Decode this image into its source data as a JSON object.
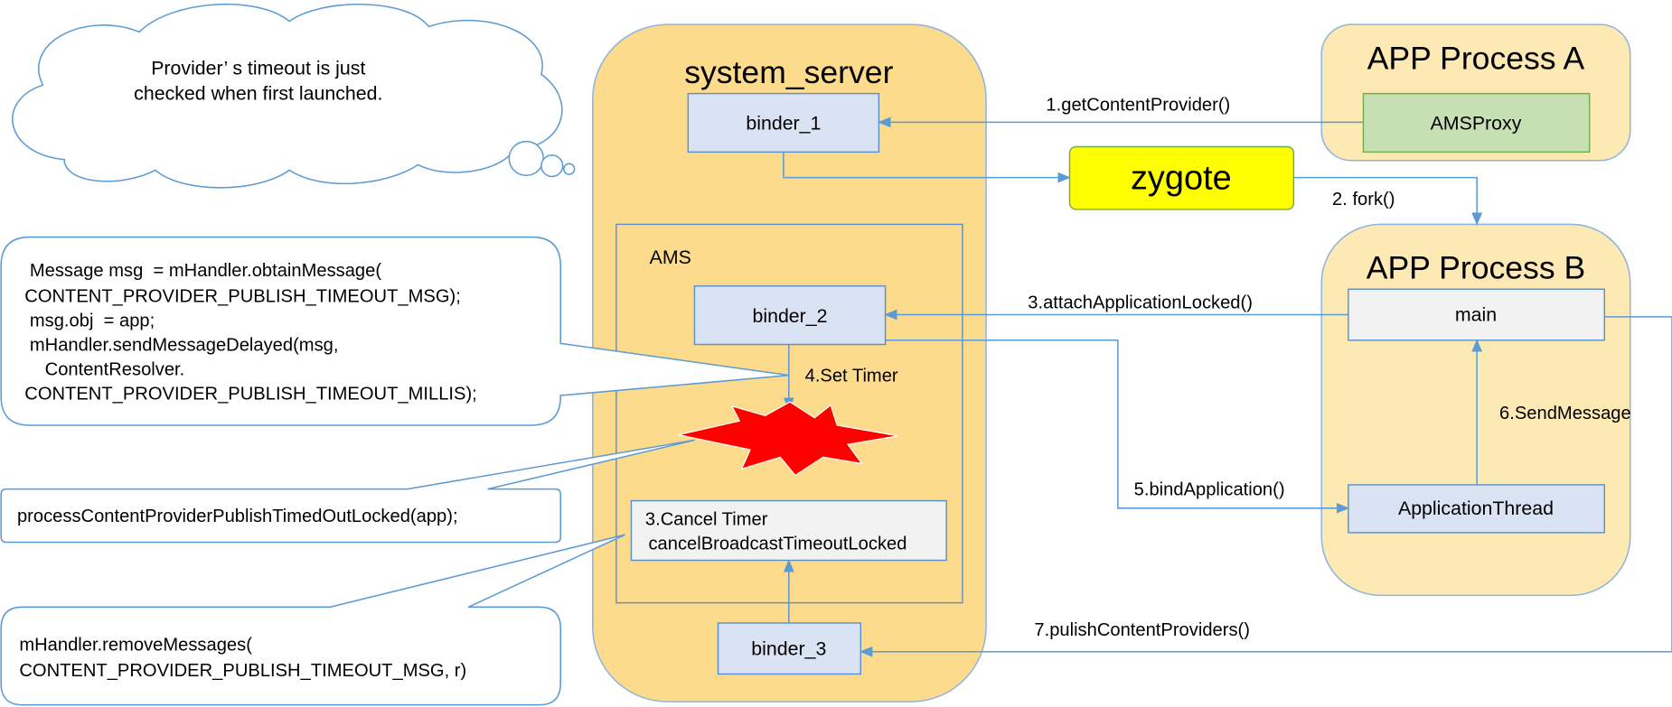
{
  "colors": {
    "process_fill": "#fde9b3",
    "system_fill": "#fddb8c",
    "container_stroke": "#8fb4e0",
    "binder_fill": "#dae3f3",
    "binder_stroke": "#5b8fc9",
    "amsproxy_fill": "#c6e0b4",
    "zygote_fill": "#ffff00",
    "main_fill": "#f2f2f2",
    "arrow": "#5b9bd5",
    "burst": "#ff0000"
  },
  "thought_bubble": {
    "lines": [
      "Provider’ s timeout is just",
      "checked when first launched."
    ]
  },
  "system_server": {
    "title": "system_server",
    "binder_1": "binder_1",
    "binder_3": "binder_3",
    "ams": {
      "label": "AMS",
      "binder_2": "binder_2",
      "set_timer": "4.Set Timer",
      "cancel_timer": [
        "3.Cancel  Timer",
        "cancelBroadcastTimeoutLocked"
      ]
    }
  },
  "app_a": {
    "title": "APP Process A",
    "amsproxy": "AMSProxy"
  },
  "zygote": {
    "label": "zygote"
  },
  "app_b": {
    "title": "APP Process B",
    "main": "main",
    "application_thread": "ApplicationThread"
  },
  "edges": {
    "get_content_provider": "1.getContentProvider()",
    "fork": "2. fork()",
    "attach_application": "3.attachApplicationLocked()",
    "bind_application": "5.bindApplication()",
    "send_message": "6.SendMessage",
    "publish_providers": "7.pulishContentProviders()"
  },
  "callouts": {
    "set_timer_code": [
      " Message msg  = mHandler.obtainMessage(",
      "CONTENT_PROVIDER_PUBLISH_TIMEOUT_MSG);",
      " msg.obj  = app;",
      " mHandler.sendMessageDelayed(msg,",
      "    ContentResolver.",
      "CONTENT_PROVIDER_PUBLISH_TIMEOUT_MILLIS);"
    ],
    "timeout_code": [
      "processContentProviderPublishTimedOutLocked(app);"
    ],
    "remove_code": [
      "mHandler.removeMessages(",
      "CONTENT_PROVIDER_PUBLISH_TIMEOUT_MSG, r)"
    ]
  }
}
